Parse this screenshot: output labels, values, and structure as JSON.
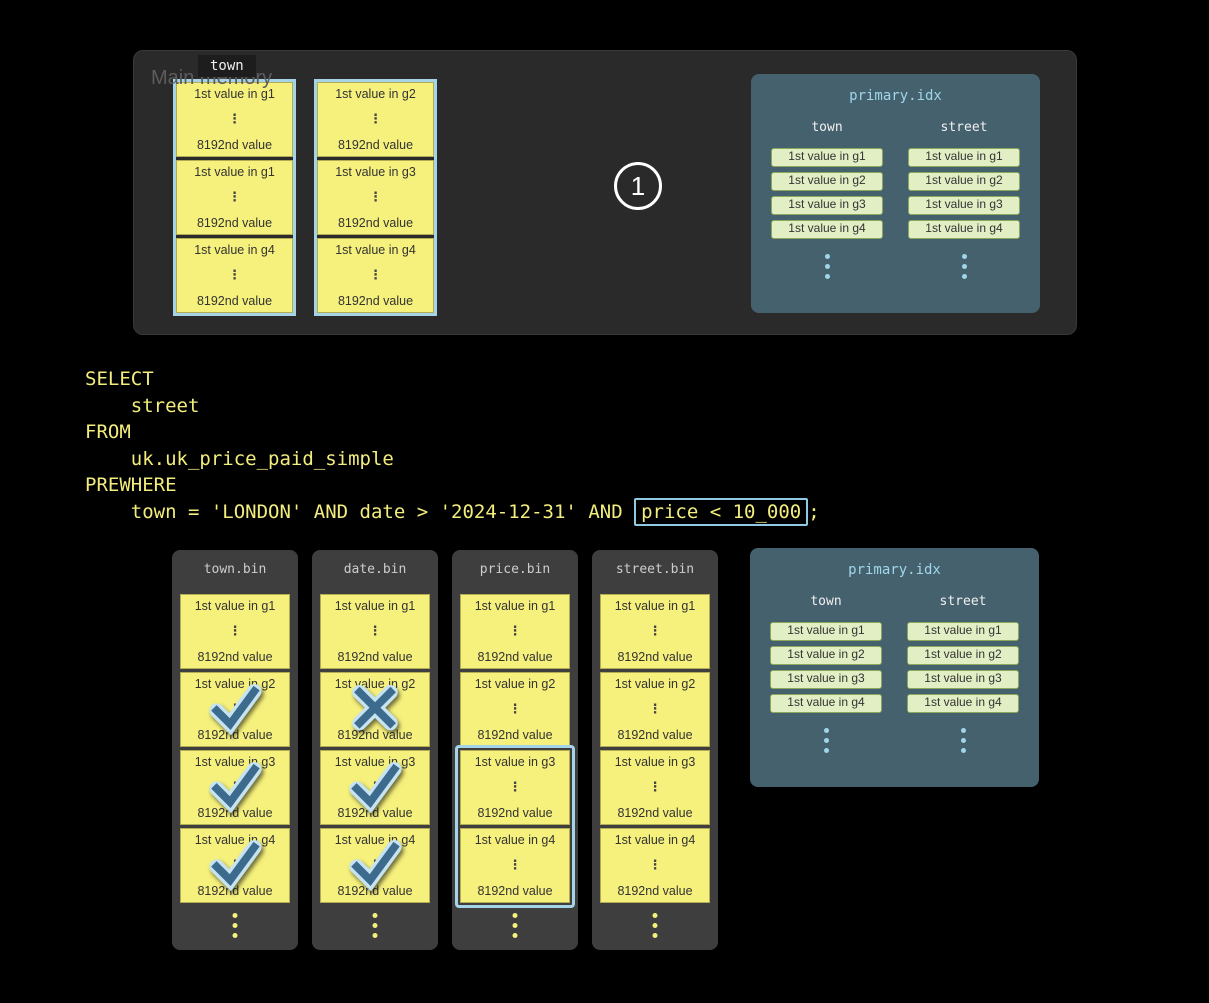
{
  "colors": {
    "background": "#000000",
    "memory_panel_bg": "#2a2a2a",
    "bin_panel_bg": "#3e3e3e",
    "index_panel_bg": "#46616e",
    "granule_yellow": "#f6f17c",
    "selection_blue": "#a5d3e8",
    "index_entry_green": "#e2efc5",
    "query_yellow": "#f2ed7d",
    "check_blue": "#3d6b8e",
    "halo_blue": "#c6e3f2"
  },
  "shared": {
    "granule_last_value": "8192nd value",
    "ellipsis": "⋮"
  },
  "memory_panel": {
    "label": "Main memory",
    "column_label": "town",
    "step_badge": "1",
    "stacks": [
      {
        "granules": [
          "1st value in g1",
          "1st value in g1",
          "1st value in g4"
        ]
      },
      {
        "granules": [
          "1st value in g2",
          "1st value in g3",
          "1st value in g4"
        ]
      }
    ]
  },
  "query": {
    "lines": [
      {
        "text": "SELECT"
      },
      {
        "text": "    street"
      },
      {
        "text": "FROM"
      },
      {
        "text": "    uk.uk_price_paid_simple"
      },
      {
        "text": "PREWHERE"
      },
      {
        "prefix": "    town = 'LONDON' AND date > '2024-12-31' AND ",
        "boxed": "price < 10_000",
        "suffix": ";"
      }
    ]
  },
  "primary_index": {
    "title": "primary.idx",
    "columns": [
      {
        "header": "town",
        "entries": [
          "1st value in g1",
          "1st value in g2",
          "1st value in g3",
          "1st value in g4"
        ]
      },
      {
        "header": "street",
        "entries": [
          "1st value in g1",
          "1st value in g2",
          "1st value in g3",
          "1st value in g4"
        ]
      }
    ]
  },
  "bins": [
    {
      "name": "town.bin",
      "granules": [
        "1st value in g1",
        "1st value in g2",
        "1st value in g3",
        "1st value in g4"
      ],
      "marks": [
        null,
        "check",
        "check",
        "check"
      ]
    },
    {
      "name": "date.bin",
      "granules": [
        "1st value in g1",
        "1st value in g2",
        "1st value in g3",
        "1st value in g4"
      ],
      "marks": [
        null,
        "cross",
        "check",
        "check"
      ]
    },
    {
      "name": "price.bin",
      "granules": [
        "1st value in g1",
        "1st value in g2",
        "1st value in g3",
        "1st value in g4"
      ],
      "marks": [
        null,
        null,
        null,
        null
      ],
      "highlight_range": [
        2,
        3
      ]
    },
    {
      "name": "street.bin",
      "granules": [
        "1st value in g1",
        "1st value in g2",
        "1st value in g3",
        "1st value in g4"
      ],
      "marks": [
        null,
        null,
        null,
        null
      ]
    }
  ]
}
